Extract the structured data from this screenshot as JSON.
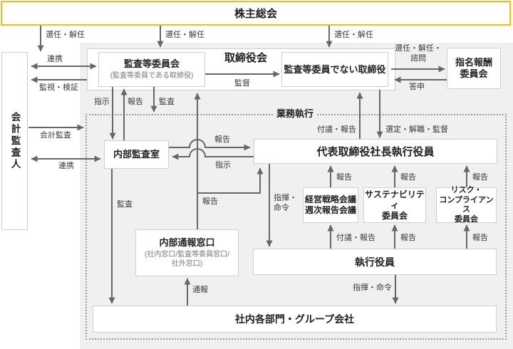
{
  "shareholders": {
    "label": "株主総会"
  },
  "accounting_auditor": {
    "label": "会計監査人"
  },
  "board": {
    "label": "取締役会",
    "audit_committee": {
      "title": "監査等委員会",
      "subtitle": "(監査等委員である取締役)"
    },
    "non_audit_directors": {
      "label": "監査等委員でない取締役"
    },
    "supervision_label": "監督"
  },
  "nomination_committee": {
    "line1": "指名報酬",
    "line2": "委員会"
  },
  "execution_area": {
    "label": "業務執行",
    "ceo": {
      "label": "代表取締役社長執行役員"
    },
    "internal_audit": {
      "label": "内部監査室"
    },
    "whistleblowing": {
      "title": "内部通報窓口",
      "subtitle_line1": "(社内窓口/監査等委員窓口/",
      "subtitle_line2": "社外窓口)"
    },
    "committees": [
      {
        "lines": [
          "経営戦略会議",
          "週次報告会議"
        ]
      },
      {
        "lines": [
          "サステナビリティ",
          "委員会"
        ]
      },
      {
        "lines": [
          "リスク・",
          "コンプライアンス",
          "委員会"
        ]
      }
    ],
    "executive_officers": {
      "label": "執行役員"
    },
    "departments": {
      "label": "社内各部門・グループ会社"
    }
  },
  "arrow_labels": {
    "appoint_dismiss_1": "選任・解任",
    "appoint_dismiss_2": "選任・解任",
    "appoint_dismiss_3": "選任・解任",
    "cooperation_top": "連携",
    "monitor_verify": "監視・検証",
    "accounting_audit": "会計監査",
    "cooperation_bottom": "連携",
    "instruct_1": "指示",
    "report_1": "報告",
    "audit_1": "監査",
    "report_horizontal": "報告",
    "instruct_horizontal": "指示",
    "submit_report_top": "付議・報告",
    "consult_line1": "選任・解任・",
    "consult_line2": "諮問",
    "reply": "答申",
    "select_dismiss_supervise": "選定・解職・監督",
    "whistle_report": "報告",
    "audit_2": "監査",
    "report_committee_1": "報告",
    "report_committee_2": "報告",
    "report_committee_3": "報告",
    "submit_report_bottom": "付議・報告",
    "report_exec_2": "報告",
    "report_exec_3": "報告",
    "command_1_line1": "指揮・",
    "command_1_line2": "命令",
    "command_2": "指揮・命令",
    "notify": "通報"
  },
  "colors": {
    "accent_border": "#FABE00",
    "panel_bg": "#F0F0F0",
    "arrow": "#666666"
  }
}
